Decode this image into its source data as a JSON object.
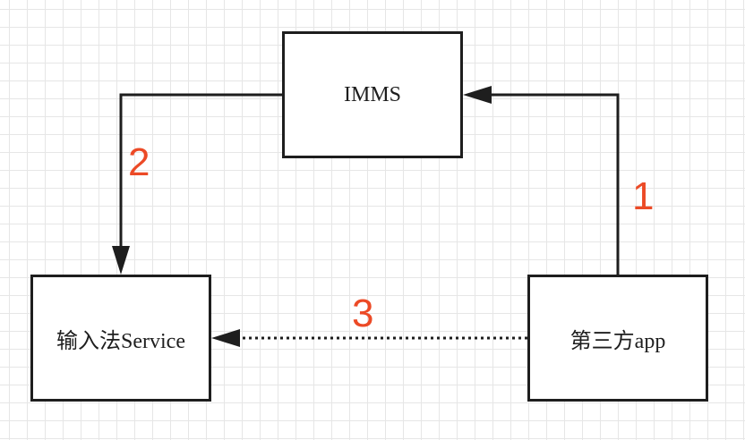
{
  "nodes": {
    "imms": {
      "label": "IMMS"
    },
    "input_method_service": {
      "label": "输入法Service"
    },
    "third_party_app": {
      "label": "第三方app"
    }
  },
  "edges": [
    {
      "from": "third_party_app",
      "to": "imms",
      "label": "1",
      "style": "solid"
    },
    {
      "from": "imms",
      "to": "input_method_service",
      "label": "2",
      "style": "solid"
    },
    {
      "from": "third_party_app",
      "to": "input_method_service",
      "label": "3",
      "style": "dotted"
    }
  ],
  "colors": {
    "box_border": "#1e1e1e",
    "label_color": "#ec4a26",
    "grid_line": "#e6e6e6"
  }
}
